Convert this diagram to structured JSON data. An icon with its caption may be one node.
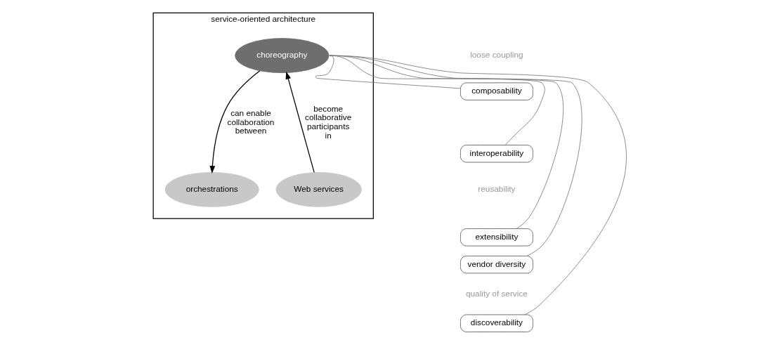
{
  "diagram": {
    "nodes": [
      {
        "text": [
          "service-oriented architecture"
        ]
      },
      {
        "text": [
          "choreography"
        ],
        "in": 0
      },
      {
        "text": [
          "orchestrations"
        ],
        "in": 0
      },
      {
        "text": [
          "Web services"
        ],
        "in": 0
      },
      {
        "text": [
          "composability"
        ]
      },
      {
        "text": [
          "interoperability"
        ]
      },
      {
        "text": [
          "extensibility"
        ]
      },
      {
        "text": [
          "vendor diversity"
        ]
      },
      {
        "text": [
          "discoverability"
        ]
      }
    ],
    "edges": [
      {
        "from": 1,
        "to": 2,
        "arrow": "to",
        "label": "can enable collaboration between",
        "color": "#000000"
      },
      {
        "from": 3,
        "to": 1,
        "arrow": "to",
        "label": "become collaborative participants in",
        "color": "#000000"
      },
      {
        "from": 1,
        "to": 4,
        "arrow": "none"
      },
      {
        "from": 1,
        "to": 5,
        "arrow": "none"
      },
      {
        "from": 1,
        "to": 6,
        "arrow": "none"
      },
      {
        "from": 1,
        "to": 7,
        "arrow": "none"
      },
      {
        "from": 1,
        "to": 8,
        "arrow": "none"
      }
    ],
    "labels": [
      "loose coupling",
      "reusability",
      "quality of service"
    ]
  }
}
